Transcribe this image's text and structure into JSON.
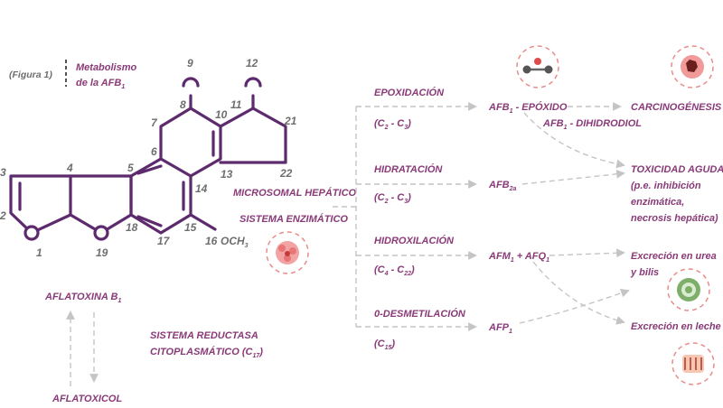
{
  "figure": {
    "caption_ref": "(Figura 1)",
    "caption_title_line1": "Metabolismo",
    "caption_title_line2": "de la AFB",
    "caption_title_sub": "1"
  },
  "molecule": {
    "atom_numbers": [
      "1",
      "2",
      "3",
      "4",
      "5",
      "6",
      "7",
      "8",
      "9",
      "10",
      "11",
      "12",
      "13",
      "14",
      "15",
      "16",
      "17",
      "18",
      "19",
      "21",
      "22"
    ],
    "methoxy": "OCH",
    "methoxy_sub": "3"
  },
  "systems": {
    "microsomal_line1": "MICROSOMAL HEPÁTICO",
    "microsomal_line2": "SISTEMA ENZIMÁTICO",
    "reductase_line1": "SISTEMA REDUCTASA",
    "reductase_line2": "CITOPLASMÁTICO (C",
    "reductase_sub": "17",
    "reductase_close": ")"
  },
  "reactions": [
    {
      "name": "EPOXIDACIÓN",
      "pos_open": "(C",
      "pos_a": "2",
      "pos_mid": " - C",
      "pos_b": "3",
      "pos_close": ")"
    },
    {
      "name": "HIDRATACIÓN",
      "pos_open": "(C",
      "pos_a": "2",
      "pos_mid": " - C",
      "pos_b": "3",
      "pos_close": ")"
    },
    {
      "name": "HIDROXILACIÓN",
      "pos_open": "(C",
      "pos_a": "4",
      "pos_mid": " - C",
      "pos_b": "22",
      "pos_close": ")"
    },
    {
      "name": "0-DESMETILACIÓN",
      "pos_open": "(C",
      "pos_a": "15",
      "pos_mid": "",
      "pos_b": "",
      "pos_close": ")"
    }
  ],
  "products": {
    "afb1_epoxide": {
      "main": "AFB",
      "sub": "1",
      "rest": " - EPÓXIDO"
    },
    "afb1_dihydrodiol": {
      "main": "AFB",
      "sub": "1",
      "rest": " - DIHIDRODIOL"
    },
    "afb2a": {
      "main": "AFB",
      "sub": "2a"
    },
    "afm1_afq1": {
      "main": "AFM",
      "sub": "1",
      "mid": " + AFQ",
      "sub2": "1"
    },
    "afp1": {
      "main": "AFP",
      "sub": "1"
    }
  },
  "outcomes": {
    "carcinogenesis": "CARCINOGÉNESIS",
    "toxicity_line1": "TOXICIDAD AGUDA",
    "toxicity_line2": "(p.e. inhibición",
    "toxicity_line3": "enzimática,",
    "toxicity_line4": "necrosis hepática)",
    "urine_line1": "Excreción en urea",
    "urine_line2": "y bilis",
    "milk": "Excreción en leche"
  },
  "aflatoxins": {
    "b1_main": "AFLATOXINA B",
    "b1_sub": "1",
    "aflatoxicol": "AFLATOXICOL"
  },
  "icons": [
    "epoxide-molecule-icon",
    "liver-cell-icon",
    "hepatocyte-icon",
    "kidney-tissue-icon",
    "mammary-tissue-icon"
  ],
  "colors": {
    "accent": "#8a3a78",
    "molecule": "#5c2a6d",
    "numbers": "#6e6e6e",
    "arrows": "#c4c4c4",
    "icon_ring": "#e98c8c"
  }
}
